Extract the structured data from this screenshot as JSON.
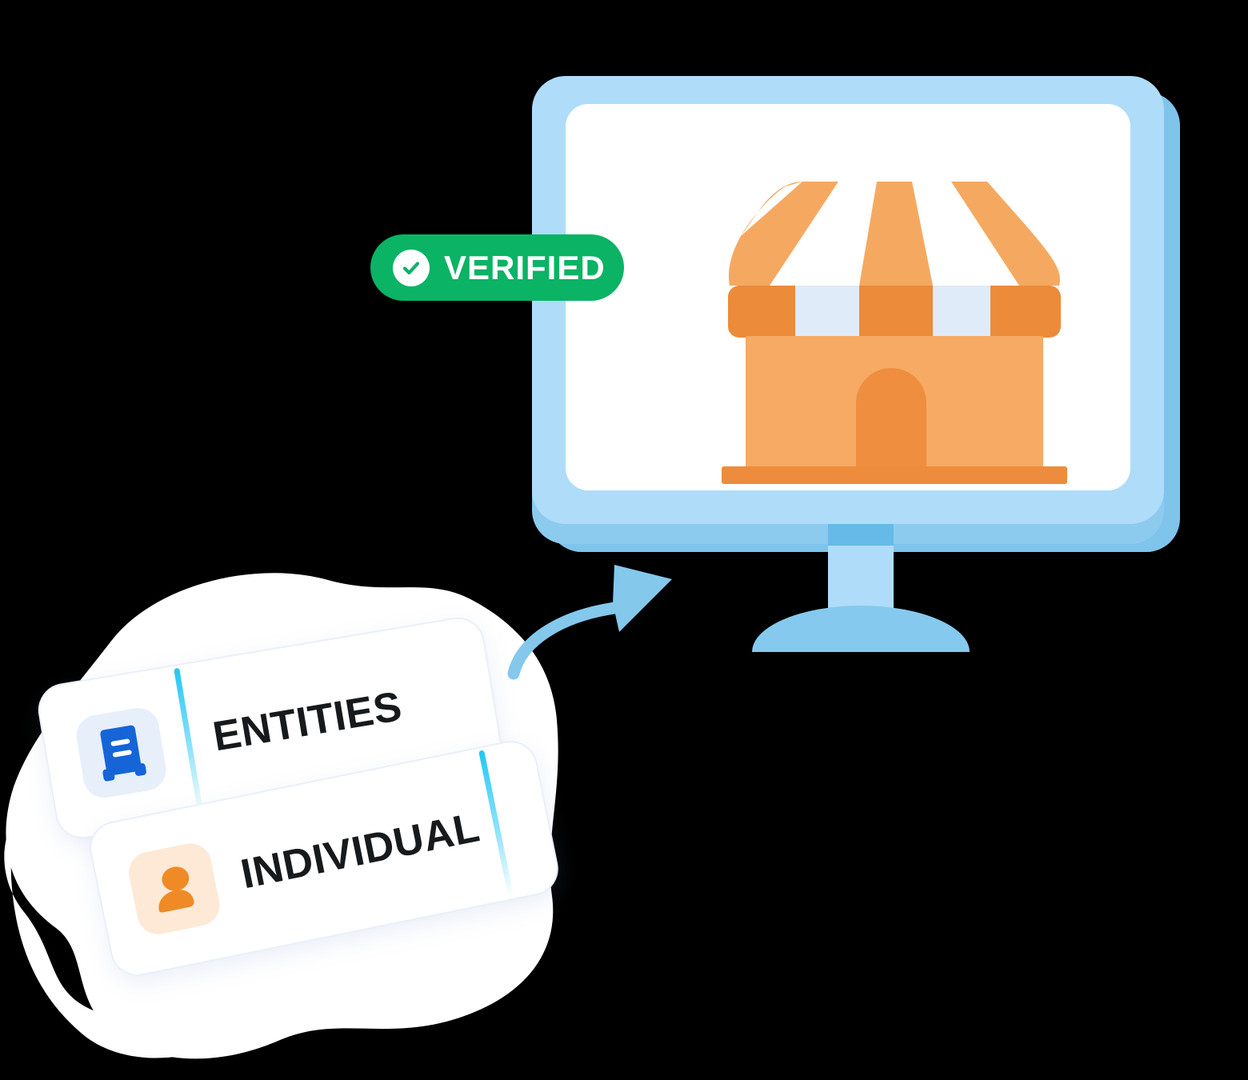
{
  "illustration": {
    "title": "Verified business entity illustration",
    "background_color": "#000000"
  },
  "badge": {
    "label": "VERIFIED",
    "icon": "check-circle-icon",
    "background_color": "#0BB365",
    "text_color": "#FFFFFF"
  },
  "monitor": {
    "frame_color": "#AEDCF9",
    "frame_shadow_color": "#7FC4EA",
    "screen_color": "#FFFFFF",
    "stand_color": "#AEDCF9",
    "stand_neck_top_color": "#65BAE8",
    "stand_base_color": "#85C9EE"
  },
  "shop_icon": {
    "name": "storefront-icon",
    "awning_stripe_color": "#F5A960",
    "awning_band_dark_color": "#EC8B3A",
    "awning_band_light_color": "#DFEBF9",
    "body_color": "#F6AA64",
    "door_color": "#EE8E3E",
    "base_color": "#ED8C3C",
    "stripe_count": 3
  },
  "arrow": {
    "name": "curved-arrow-icon",
    "color": "#84C8EC",
    "direction": "up-right"
  },
  "cards": [
    {
      "id": "entities",
      "label": "ENTITIES",
      "icon": "document-building-icon",
      "icon_color": "#1565D8",
      "icon_bg_color": "#E7EFFB",
      "accent_color": "#22C7F5",
      "rotation_deg": -9.5
    },
    {
      "id": "individual",
      "label": "INDIVIDUAL",
      "icon": "person-icon",
      "icon_color": "#EF8A26",
      "icon_bg_color": "#FDE9D5",
      "accent_color": "#22C7F5",
      "rotation_deg": -11.5
    }
  ]
}
